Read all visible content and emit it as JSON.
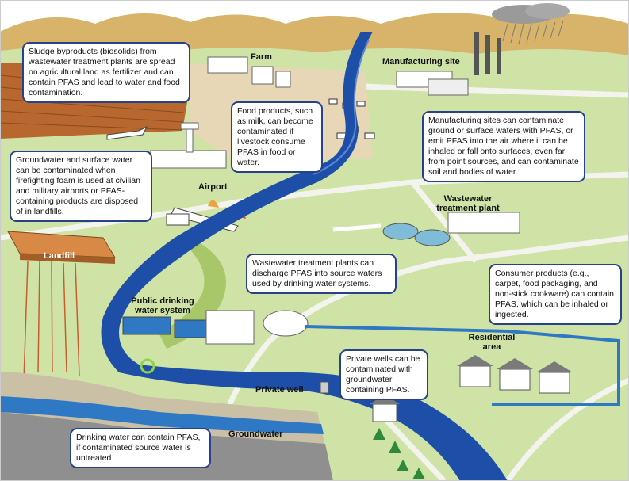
{
  "labels": {
    "farm": "Farm",
    "manufacturing_site": "Manufacturing site",
    "airport": "Airport",
    "wastewater_plant": "Wastewater treatment plant",
    "landfill": "Landfill",
    "public_drinking": "Public drinking water system",
    "residential": "Residential area",
    "private_well": "Private well",
    "groundwater": "Groundwater"
  },
  "callouts": {
    "sludge": "Sludge byproducts (biosolids) from wastewater treatment plants are spread on agricultural land as fertilizer and can contain PFAS and lead to water and food contamination.",
    "food": "Food products, such as milk, can become contaminated if livestock consume PFAS in food or water.",
    "manufacturing": "Manufacturing sites can contaminate ground or surface waters with PFAS, or emit PFAS into the air where it can be inhaled or fall onto surfaces, even far from point sources, and can contaminate soil and bodies of water.",
    "groundwater": "Groundwater and surface water can be contaminated when firefighting foam is used at civilian and military airports or PFAS-containing products are disposed of in landfills.",
    "wastewater": "Wastewater treatment plants can discharge PFAS into source waters used by drinking water systems.",
    "consumer": "Consumer products (e.g., carpet, food packaging, and non-stick cookware) can contain PFAS, which can be inhaled or ingested.",
    "private_wells": "Private wells can be contaminated with groundwater containing PFAS.",
    "drinking": "Drinking water can contain PFAS, if contaminated source water is untreated."
  },
  "colors": {
    "grass": "#cfe3a6",
    "road": "#f4f4ee",
    "river": "#1e4fa8",
    "callout_border": "#27418a",
    "hills": "#d7b46a",
    "farmland": "#b8682e",
    "landfill": "#d88945",
    "soil": "#c9c0a6",
    "rock": "#8f8f8f"
  }
}
